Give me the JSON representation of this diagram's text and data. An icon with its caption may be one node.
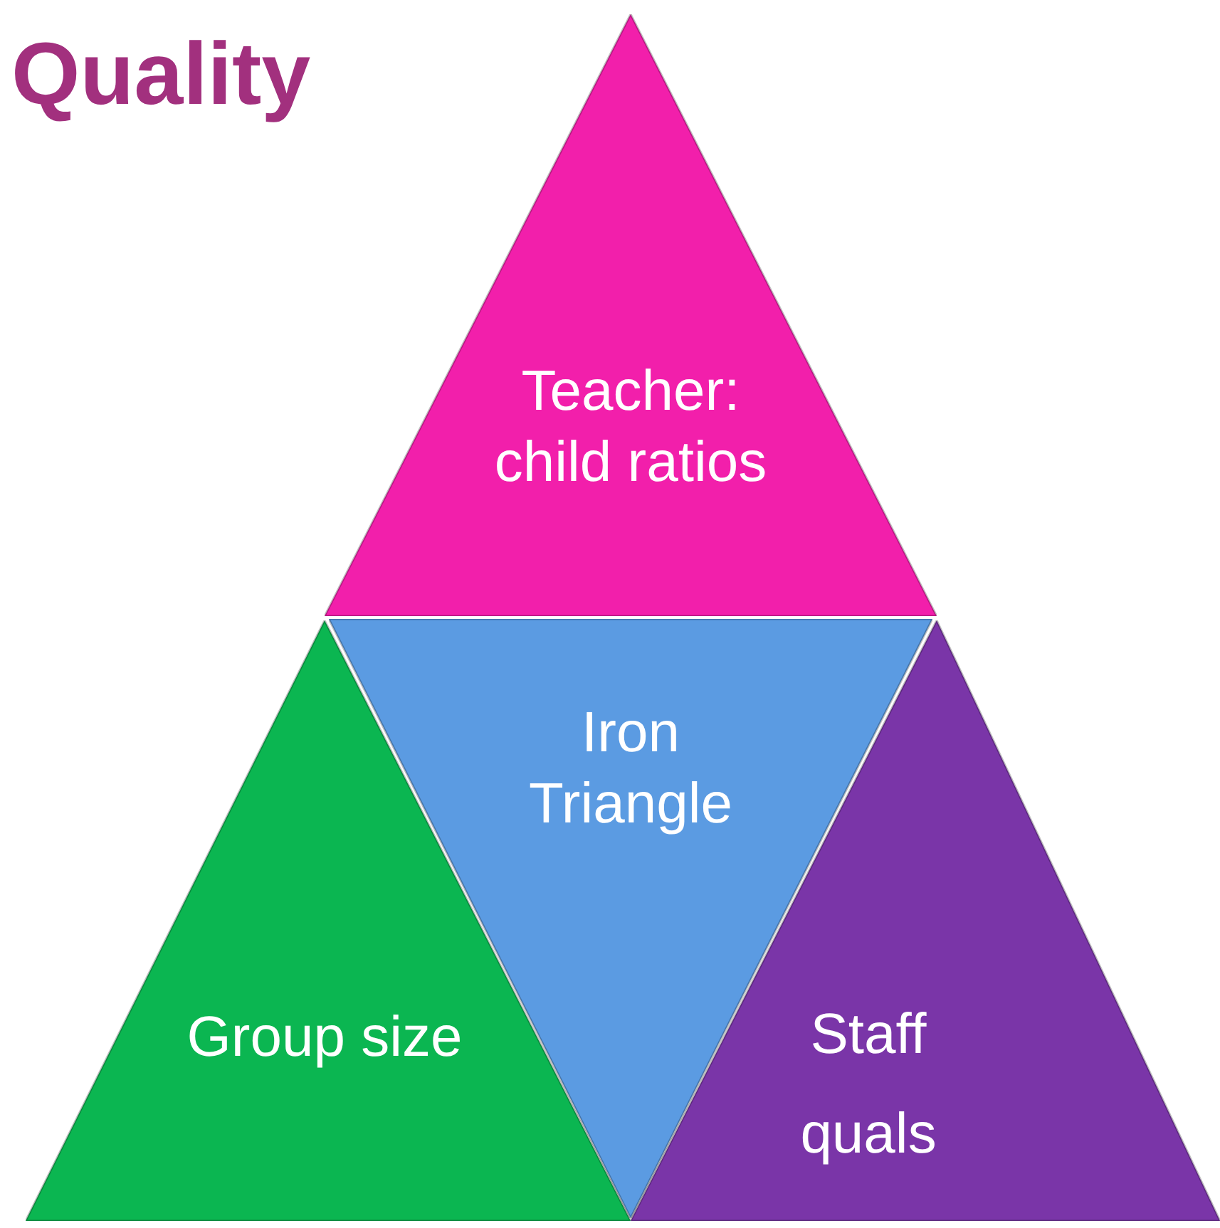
{
  "diagram": {
    "title": "Quality",
    "nodes": [
      {
        "text": [
          "Teacher: child ratios"
        ]
      },
      {
        "text": [
          "Group size"
        ]
      },
      {
        "text": [
          "Iron Triangle"
        ]
      },
      {
        "text": [
          "Staff quals"
        ]
      }
    ]
  }
}
